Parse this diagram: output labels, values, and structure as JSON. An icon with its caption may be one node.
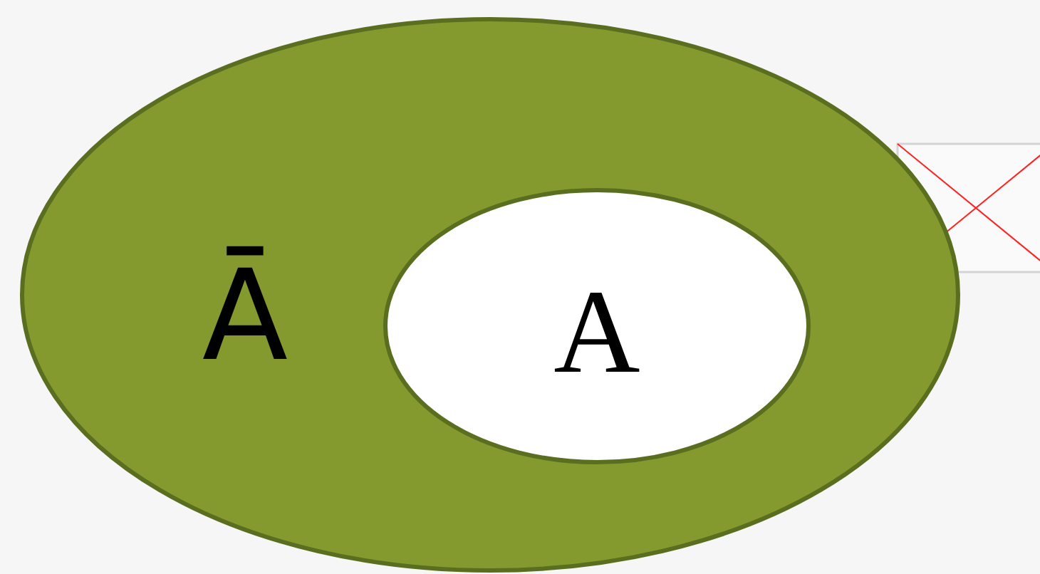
{
  "diagram": {
    "nodes": [
      {
        "text": [
          "Ā"
        ]
      },
      {
        "text": [
          "A"
        ],
        "in": 0
      }
    ]
  }
}
